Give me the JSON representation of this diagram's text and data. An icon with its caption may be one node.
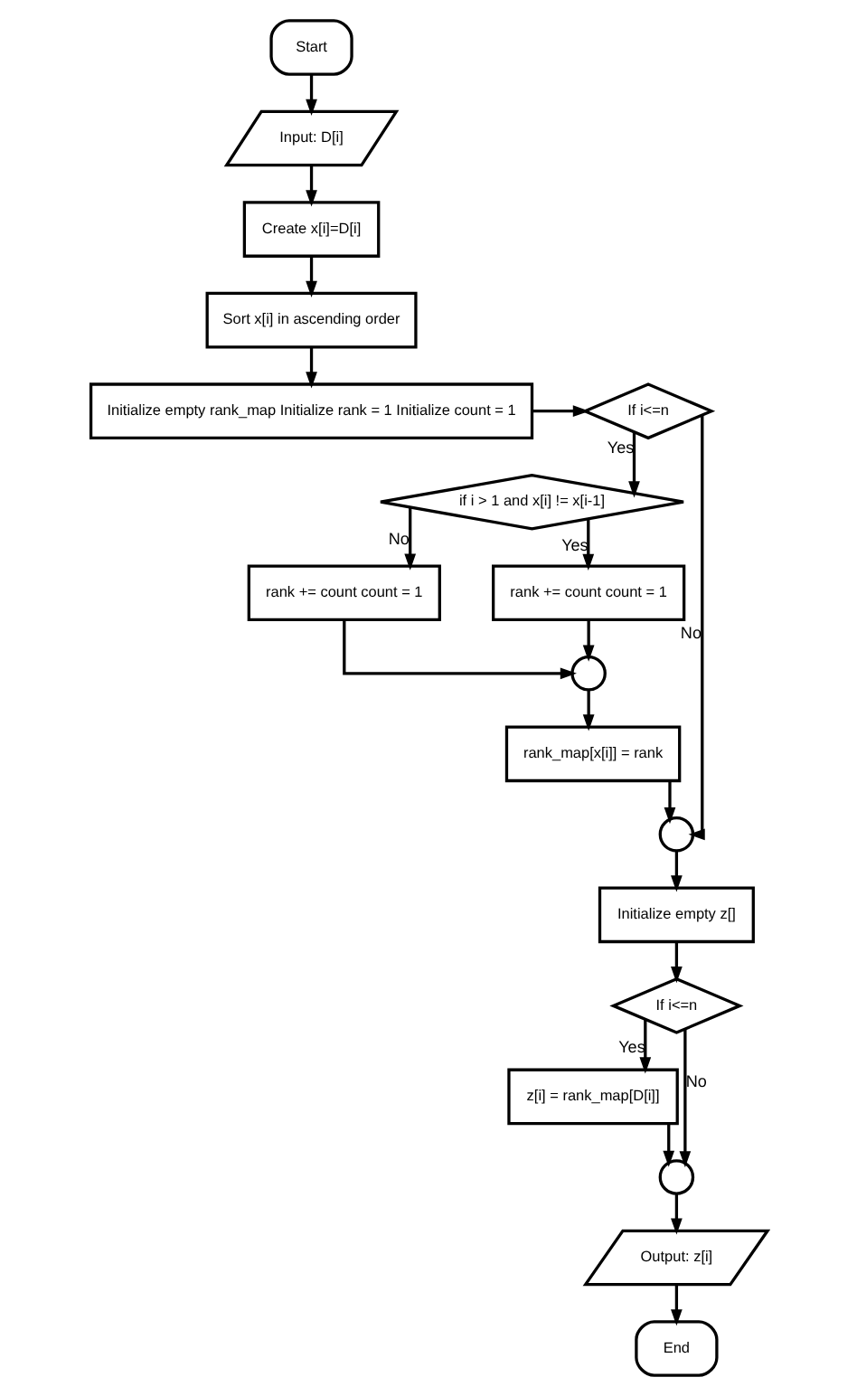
{
  "diagram": {
    "nodes": [
      {
        "text": [
          "Start"
        ]
      },
      {
        "text": [
          "Input: D[i]"
        ]
      },
      {
        "text": [
          "Create x[i]=D[i]"
        ]
      },
      {
        "text": [
          "Sort x[i] in ascending order"
        ]
      },
      {
        "text": [
          "Initialize empty rank_map Initialize rank = 1 Initialize count = 1"
        ]
      },
      {
        "text": [
          "If i<=n"
        ]
      },
      {
        "text": [
          "if i > 1 and x[i] != x[i-1]"
        ]
      },
      {
        "text": [
          "rank += count count = 1"
        ]
      },
      {
        "text": [
          "rank += count count = 1"
        ]
      },
      {
        "text": [],
        "shape": "circle"
      },
      {
        "text": [
          "rank_map[x[i]] = rank"
        ]
      },
      {
        "text": [],
        "shape": "circle"
      },
      {
        "text": [
          "Initialize empty z[]"
        ]
      },
      {
        "text": [
          "If i<=n"
        ]
      },
      {
        "text": [
          "z[i] = rank_map[D[i]]"
        ]
      },
      {
        "text": [],
        "shape": "circle"
      },
      {
        "text": [
          "Output: z[i]"
        ]
      },
      {
        "text": [
          "End"
        ]
      }
    ],
    "edges": [
      {
        "from": 0,
        "to": 1,
        "arrow": "to"
      },
      {
        "from": 1,
        "to": 2,
        "arrow": "to"
      },
      {
        "from": 2,
        "to": 3,
        "arrow": "to"
      },
      {
        "from": 3,
        "to": 4,
        "arrow": "to"
      },
      {
        "from": 4,
        "to": 5,
        "arrow": "to"
      },
      {
        "from": 5,
        "to": 6,
        "arrow": "to",
        "label": "Yes"
      },
      {
        "from": 6,
        "to": 7,
        "arrow": "to",
        "label": "No"
      },
      {
        "from": 6,
        "to": 8,
        "arrow": "to",
        "label": "Yes"
      },
      {
        "from": 7,
        "to": 9,
        "arrow": "to"
      },
      {
        "from": 8,
        "to": 9,
        "arrow": "to"
      },
      {
        "from": 9,
        "to": 10,
        "arrow": "to"
      },
      {
        "from": 10,
        "to": 11,
        "arrow": "to"
      },
      {
        "from": 5,
        "to": 11,
        "arrow": "to",
        "label": "No"
      },
      {
        "from": 11,
        "to": 12,
        "arrow": "to"
      },
      {
        "from": 12,
        "to": 13,
        "arrow": "to"
      },
      {
        "from": 13,
        "to": 14,
        "arrow": "to",
        "label": "Yes"
      },
      {
        "from": 13,
        "to": 15,
        "arrow": "to",
        "label": "No"
      },
      {
        "from": 14,
        "to": 15,
        "arrow": "to"
      },
      {
        "from": 15,
        "to": 16,
        "arrow": "to"
      },
      {
        "from": 16,
        "to": 17,
        "arrow": "to"
      }
    ]
  }
}
